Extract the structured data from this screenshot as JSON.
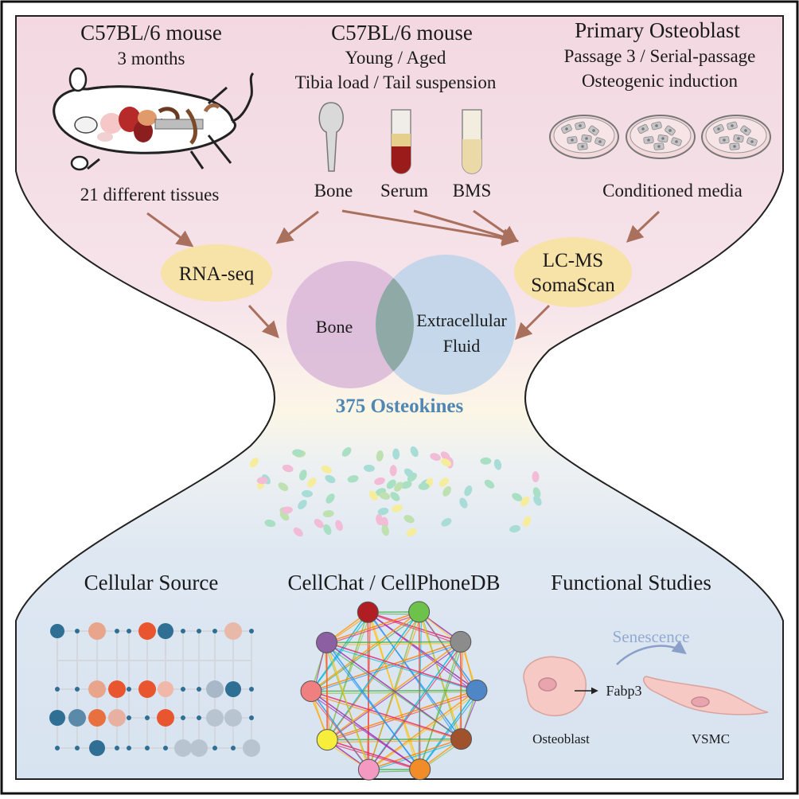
{
  "top": {
    "mouse1": {
      "title": "C57BL/6 mouse",
      "sub": "3 months",
      "caption": "21 different tissues"
    },
    "mouse2": {
      "title": "C57BL/6 mouse",
      "line1": "Young / Aged",
      "line2": "Tibia load / Tail suspension"
    },
    "osteoblast": {
      "title": "Primary Osteoblast",
      "line1": "Passage 3 / Serial-passage",
      "line2": "Osteogenic induction",
      "caption": "Conditioned media"
    },
    "samples": {
      "bone": "Bone",
      "serum": "Serum",
      "bms": "BMS"
    }
  },
  "methods": {
    "rnaseq": "RNA-seq",
    "ms_line1": "LC-MS",
    "ms_line2": "SomaScan"
  },
  "venn": {
    "left": "Bone",
    "right_line1": "Extracellular",
    "right_line2": "Fluid"
  },
  "result": "375 Osteokines",
  "bottom": {
    "panel1": "Cellular Source",
    "panel2": "CellChat / CellPhoneDB",
    "panel3": "Functional Studies",
    "senescence": "Senescence",
    "fabp3": "Fabp3",
    "osteoblast": "Osteoblast",
    "vsmc": "VSMC"
  },
  "colors": {
    "top_bg": "#f5dde5",
    "bottom_bg": "#dbe6f2",
    "arrow": "#a9705e",
    "method_fill": "#f7e2a8",
    "venn_left": "#d9b7d8",
    "venn_right": "#bcd3ea",
    "venn_overlap": "#8ea8a8",
    "result_text": "#4f86b2"
  },
  "icons": {
    "mouse": "mouse-dissection-icon",
    "bone": "bone-icon",
    "serum": "serum-tube-icon",
    "bms": "bms-tube-icon",
    "dish": "petri-dish-icon",
    "cell": "osteoblast-cell-icon",
    "vsmc": "vsmc-cell-icon"
  }
}
